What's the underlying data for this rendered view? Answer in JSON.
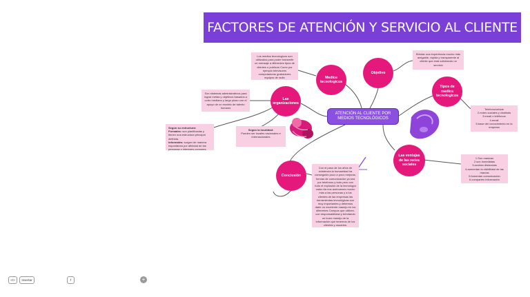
{
  "title": "FACTORES DE ATENCIÓN Y SERVICIO AL CLIENTE",
  "center": {
    "line1": "ATENCIÓN AL CLIENTE POR",
    "line2": "MEDIOS TECNOLÓGICOS"
  },
  "nodes": {
    "medios": {
      "label": "Medios tecnologicos"
    },
    "objetivo": {
      "label": "Objetivo"
    },
    "tipos": {
      "label": "Tipos de medios tecnologicos"
    },
    "organizaciones": {
      "label": "Las organizaciones"
    },
    "ventajas": {
      "label": "Las ventajas de las redes sociales"
    },
    "conclusion": {
      "label": "Conclusión"
    }
  },
  "notes": {
    "medios": "Los medios tecnologicos son utilizados para poder transmitir un mensaje a diferentes tipos de clientes o publicos Como por ejemplo televisores computadoras grabadores equipos de radio",
    "objetivo": "Brindar una experiencia mucho más amigable, rápida y transparente al cliente que está solicitando un servicio",
    "organizaciones": "Son sistemas administrativos para lograr metas y objetivos basados a corto mediano y largo plazo con el apoyo de un modelo de talento humano",
    "estructura": {
      "label1": "Según su estructura:",
      "label2": "Formales:",
      "text2": " son planificadas y tienen una estructura principal definida.",
      "label3": "Informales:",
      "text3": " surgen de manera espontánea por afinidad de las personas o intereses comunes."
    },
    "localidad": {
      "label": "Según la localidad:",
      "text": "Pueden ser locales nacionales e internacionales"
    },
    "tipos": [
      "Telefono/celular",
      "2.redes sociales y chatbots",
      "3.email o teléfonos",
      "4.email",
      "5.base del conocimiento en la empresa"
    ],
    "ventajas": [
      "1.Son masivas",
      "2.son inmediatas",
      "3.acortan distancias",
      "4.aumentan la visibilidad de las marcas",
      "5.fomentan comunicación",
      "6.comparten información"
    ],
    "conclusion": "Con el paso de los años de existencia la humanidad ha conseguido poco a poco mejoras, formas de comunicación ya sea por telefonos y todo pero con todo el explosión de la tecnología cada día nos acercamos mucho más a las personas y a los clientes de las empresas las herramientas tecnológicas son muy importantes y debemos darle un excelente manejo en los diferentes Campos que utilicen, con responsabilidad y brindando un buen manejo de la información que tenemos de los clientes y usuarios."
  },
  "toolbar": {
    "embed": "</>",
    "button2": "Insertar",
    "button3": "f",
    "plus": "+"
  },
  "colors": {
    "title_bg": "#7a3fd6",
    "node": "#e5197c",
    "note": "#f8cfe3",
    "center": "#8b50e0",
    "line": "#555555",
    "blob_pink": "#d81b78",
    "blob_purple": "#8e44d8"
  }
}
